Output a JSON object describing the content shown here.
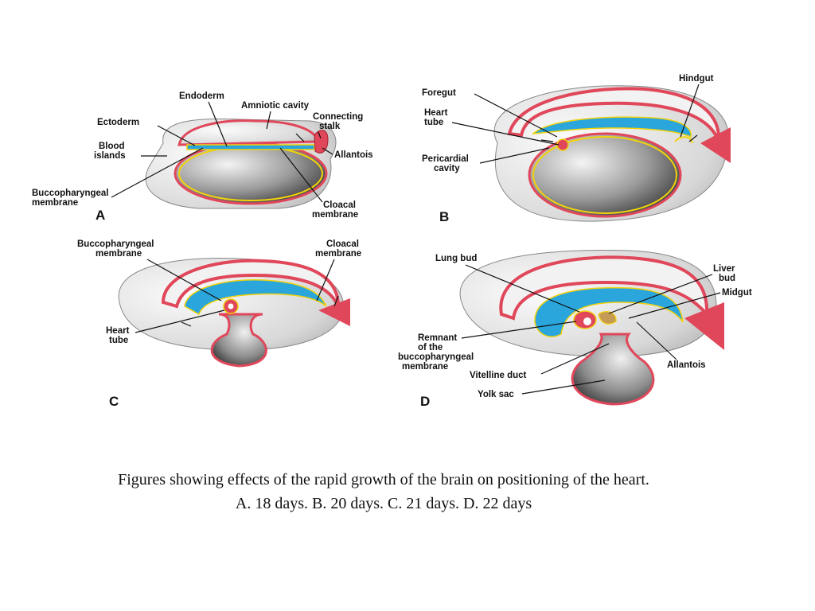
{
  "panels": {
    "A": {
      "letter": "A",
      "labels": {
        "endoderm": "Endoderm",
        "amniotic_cavity": "Amniotic cavity",
        "ectoderm": "Ectoderm",
        "connecting_stalk_1": "Connecting",
        "connecting_stalk_2": "stalk",
        "blood_islands_1": "Blood",
        "blood_islands_2": "islands",
        "allantois": "Allantois",
        "bucco_1": "Buccopharyngeal",
        "bucco_2": "membrane",
        "cloacal_1": "Cloacal",
        "cloacal_2": "membrane"
      }
    },
    "B": {
      "letter": "B",
      "labels": {
        "hindgut": "Hindgut",
        "foregut": "Foregut",
        "heart_tube_1": "Heart",
        "heart_tube_2": "tube",
        "pericardial_1": "Pericardial",
        "pericardial_2": "cavity"
      }
    },
    "C": {
      "letter": "C",
      "labels": {
        "bucco_1": "Buccopharyngeal",
        "bucco_2": "membrane",
        "cloacal_1": "Cloacal",
        "cloacal_2": "membrane",
        "heart_tube_1": "Heart",
        "heart_tube_2": "tube"
      }
    },
    "D": {
      "letter": "D",
      "labels": {
        "lung_bud": "Lung bud",
        "liver_bud_1": "Liver",
        "liver_bud_2": "bud",
        "midgut": "Midgut",
        "remnant_1": "Remnant",
        "remnant_2": "of the",
        "remnant_3": "buccopharyngeal",
        "remnant_4": "membrane",
        "vitelline": "Vitelline duct",
        "allantois": "Allantois",
        "yolk_sac": "Yolk sac"
      }
    }
  },
  "caption": {
    "line1": "Figures showing effects of the rapid growth of the brain on positioning of the heart.",
    "line2": "A. 18 days. B. 20 days. C. 21 days. D. 22 days"
  },
  "colors": {
    "ectoderm_red": "#e0475a",
    "endoderm_yellow": "#f2d20a",
    "amnion_blue": "#2aa6dc",
    "mesoderm_gray": "#9a9a9a"
  }
}
